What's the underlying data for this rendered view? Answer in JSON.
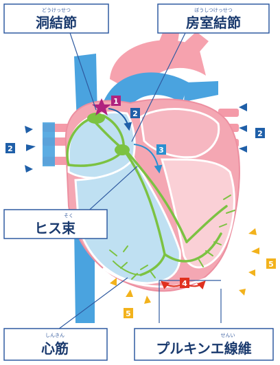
{
  "labels": {
    "sinoatrial": {
      "text": "洞結節",
      "ruby": "どうけっせつ"
    },
    "atrioventricular": {
      "text": "房室結節",
      "ruby": "ぼうしつけっせつ"
    },
    "his_bundle": {
      "text": "ヒス束",
      "ruby": "そく"
    },
    "myocardium": {
      "text": "心筋",
      "ruby": "しんきん"
    },
    "purkinje": {
      "text": "プルキンエ線維",
      "ruby": "せんい"
    }
  },
  "steps": {
    "s1": "1",
    "s2_center": "2",
    "s2_left": "2",
    "s2_right": "2",
    "s3": "3",
    "s4": "4",
    "s5_left": "5",
    "s5_right": "5"
  },
  "colors": {
    "step1": "#b0227e",
    "step2": "#1f5fa8",
    "step3": "#2a8fd0",
    "step4": "#e0301e",
    "step5": "#f2b21c",
    "conduction": "#7cc242",
    "vessel_blue": "#4aa3df",
    "vessel_pink": "#f6a2ae",
    "label_border": "#2f5aa0"
  }
}
